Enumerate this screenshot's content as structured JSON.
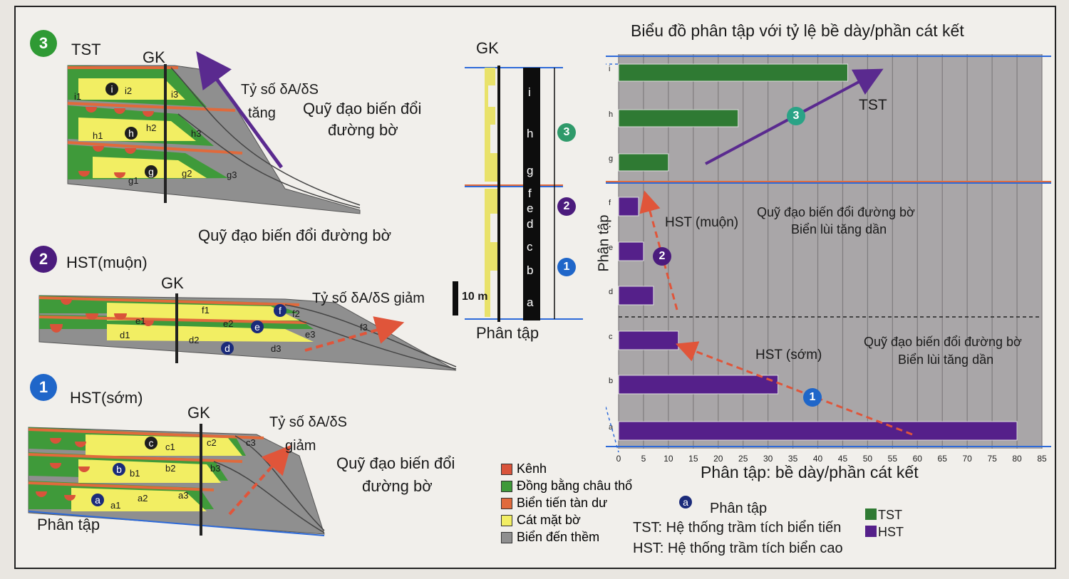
{
  "panels": {
    "tst": {
      "number": "3",
      "title": "TST",
      "gk": "GK",
      "ratio": "Tỷ số δA/δS",
      "ratio2": "tăng",
      "trajectory": "Quỹ đạo biến đổi",
      "trajectory2": "đường bờ",
      "labels": [
        "i1",
        "i2",
        "i3",
        "h1",
        "h2",
        "h3",
        "g1",
        "g2",
        "g3"
      ],
      "markers": [
        "i",
        "h",
        "g"
      ]
    },
    "hst_late": {
      "number": "2",
      "title": "HST(muộn)",
      "gk": "GK",
      "ratio": "Tỷ số δA/δS giảm",
      "heading": "Quỹ đạo biến đổi đường bờ",
      "labels": [
        "f1",
        "f2",
        "f3",
        "e1",
        "e2",
        "e3",
        "d1",
        "d2",
        "d3"
      ],
      "markers": [
        "f",
        "e",
        "d"
      ]
    },
    "hst_early": {
      "number": "1",
      "title": "HST(sớm)",
      "gk": "GK",
      "ratio": "Tỷ số δA/δS",
      "ratio2": "giảm",
      "trajectory": "Quỹ đạo biến đổi",
      "trajectory2": "đường bờ",
      "sequence": "Phân tập",
      "labels": [
        "c1",
        "c2",
        "c3",
        "b1",
        "b2",
        "b3",
        "a1",
        "a2",
        "a3"
      ],
      "markers": [
        "c",
        "b",
        "a"
      ]
    }
  },
  "column": {
    "gk": "GK",
    "sequence": "Phân tập",
    "scale": "10 m",
    "letters": [
      "i",
      "h",
      "g",
      "f",
      "e",
      "d",
      "c",
      "b",
      "a"
    ],
    "markers": [
      "3",
      "2",
      "1"
    ]
  },
  "legend": {
    "items": [
      {
        "label": "Kênh",
        "color": "#d9533a"
      },
      {
        "label": "Đồng bằng châu thổ",
        "color": "#3f9a3a"
      },
      {
        "label": "Biển tiến tàn dư",
        "color": "#e06a3c"
      },
      {
        "label": "Cát mặt bờ",
        "color": "#f2ee63"
      },
      {
        "label": "Biển đến thềm",
        "color": "#8f8f8f"
      }
    ],
    "marker": "a",
    "sequence": "Phân tập",
    "tst": "TST: Hệ thống trầm tích biển tiến",
    "hst": "HST: Hệ thống trầm tích biển cao",
    "swatch_tst": {
      "label": "TST",
      "color": "#2f7a33"
    },
    "swatch_hst": {
      "label": "HST",
      "color": "#55208a"
    }
  },
  "chart_data": {
    "type": "bar",
    "title": "Biểu đồ phân tập với tỷ lệ bề dày/phần cát kết",
    "xlabel": "Phân tập: bề dày/phần cát kết",
    "ylabel": "Phân tập",
    "xlim": [
      0,
      85
    ],
    "xticks": [
      "0",
      "5",
      "10",
      "15",
      "20",
      "25",
      "30",
      "35",
      "40",
      "45",
      "50",
      "55",
      "60",
      "65",
      "70",
      "75",
      "80",
      "85"
    ],
    "categories": [
      "i",
      "h",
      "g",
      "f",
      "e",
      "d",
      "c",
      "b",
      "a"
    ],
    "values": [
      46,
      24,
      10,
      4,
      5,
      7,
      12,
      32,
      80
    ],
    "systems": [
      "TST",
      "TST",
      "TST",
      "HST",
      "HST",
      "HST",
      "HST",
      "HST",
      "HST"
    ],
    "colors": {
      "TST": "#2f7a33",
      "HST": "#55208a"
    },
    "annotations": {
      "tst": "TST",
      "hst_late": "HST (muộn)",
      "hst_early": "HST (sớm)",
      "trend_late": "Quỹ đạo biến đổi đường bờ",
      "trend_late2": "Biển lùi tăng dần",
      "trend_early": "Quỹ đạo biến đổi đường bờ",
      "trend_early2": "Biển lùi tăng dần",
      "markers": [
        "3",
        "2",
        "1"
      ]
    }
  }
}
